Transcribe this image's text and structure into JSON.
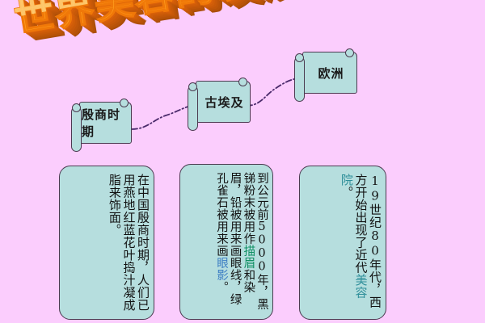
{
  "slide": {
    "background_color": "#fbcdfd",
    "title": "世界美容的发展概述",
    "title_colors": {
      "face": "#ffa01e",
      "highlight": "#ffd27a",
      "extrusion": "#c85909"
    }
  },
  "timeline": {
    "connector_color": "#4a2a6b",
    "connector_style": "dash-dot",
    "nodes": [
      {
        "id": "node-1",
        "label": "殷商时期"
      },
      {
        "id": "node-2",
        "label": "古埃及"
      },
      {
        "id": "node-3",
        "label": "欧洲"
      }
    ]
  },
  "panels": [
    {
      "id": "panel-1",
      "fill_color": "#b6dede",
      "border_color": "#4b3a50",
      "segments": [
        {
          "text": "在中国殷商时期，人们已用燕地红蓝花叶捣汁凝成脂来饰面。",
          "color": "#121212"
        }
      ]
    },
    {
      "id": "panel-2",
      "fill_color": "#b6dede",
      "border_color": "#4b3a50",
      "segments": [
        {
          "text": "到公元前5000年，黑锑粉末被用作",
          "color": "#121212"
        },
        {
          "text": "描眉",
          "color": "#0e8f62"
        },
        {
          "text": "和染眉，铅被用来画眼线，绿孔雀石被用来画",
          "color": "#121212"
        },
        {
          "text": "眼影",
          "color": "#3d7fc4"
        },
        {
          "text": "。",
          "color": "#121212"
        }
      ]
    },
    {
      "id": "panel-3",
      "fill_color": "#b6dede",
      "border_color": "#4b3a50",
      "segments": [
        {
          "text": "19世纪80年代，西方开始出现了近代",
          "color": "#121212"
        },
        {
          "text": "美容院",
          "color": "#2f8f9a"
        },
        {
          "text": "。",
          "color": "#121212"
        }
      ]
    }
  ]
}
